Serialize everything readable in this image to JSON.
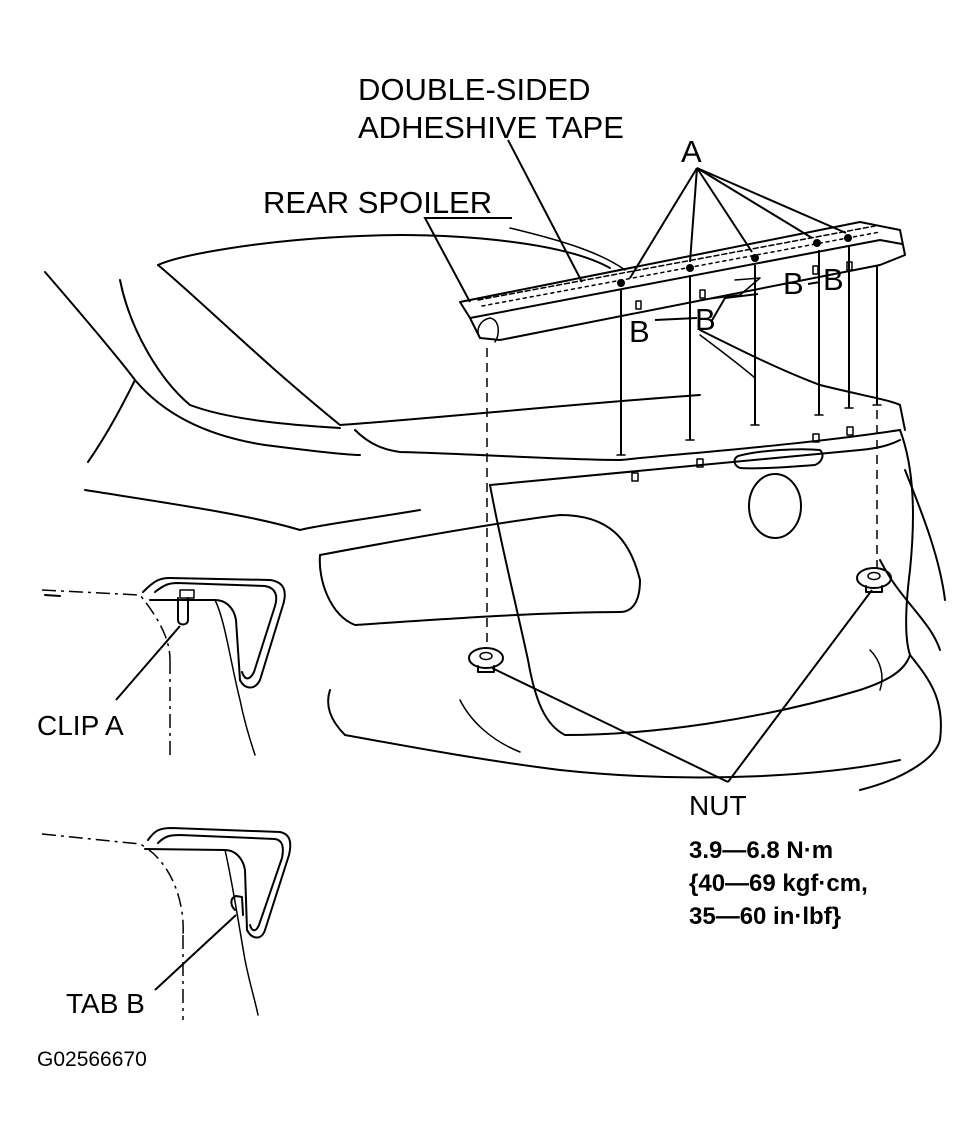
{
  "labels": {
    "tape_line1": "DOUBLE-SIDED",
    "tape_line2": "ADHESHIVE TAPE",
    "rear_spoiler": "REAR SPOILER",
    "a": "A",
    "b": "B",
    "clip_a": "CLIP A",
    "tab_b": "TAB B",
    "nut": "NUT",
    "torque_line1": "3.9—6.8 N·m",
    "torque_line2": "{40—69 kgf·cm,",
    "torque_line3": "35—60 in·lbf}",
    "figure_code": "G02566670"
  }
}
